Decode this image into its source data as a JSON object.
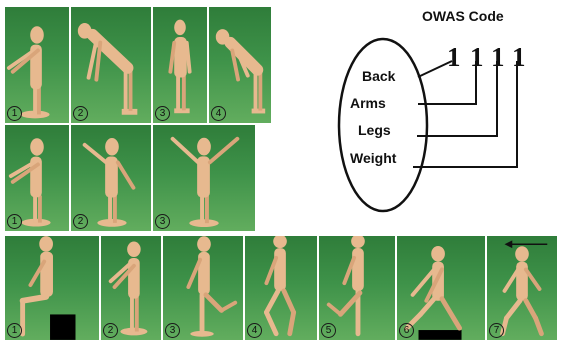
{
  "owas": {
    "title": "OWAS Code",
    "code_digits": [
      "1",
      "1",
      "1",
      "1"
    ],
    "categories": [
      "Back",
      "Arms",
      "Legs",
      "Weight"
    ]
  },
  "back_postures": [
    "1",
    "2",
    "3",
    "4"
  ],
  "arm_postures": [
    "1",
    "2",
    "3"
  ],
  "leg_postures": [
    "1",
    "2",
    "3",
    "4",
    "5",
    "6",
    "7"
  ],
  "colors": {
    "panel_green": "#3e9249",
    "figure_wood": "#e7b98f",
    "outline": "#111111"
  },
  "icons": [
    "walking-arrow-icon"
  ]
}
